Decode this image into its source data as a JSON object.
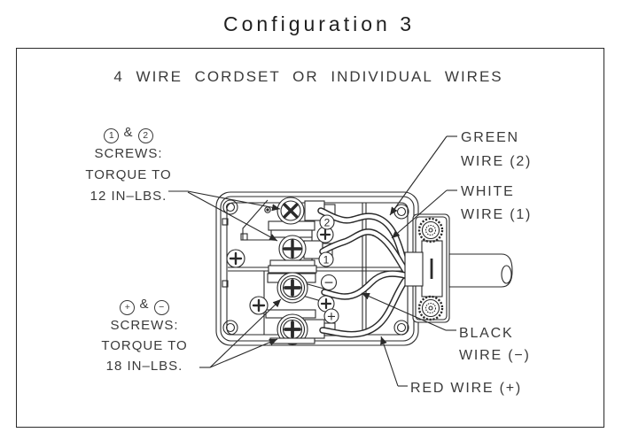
{
  "title": "Configuration 3",
  "diagram": {
    "subtitle": "4 WIRE CORDSET OR INDIVIDUAL WIRES",
    "line_color": "#2a2a2a",
    "torque_note_top": {
      "marker1": "1",
      "amp": "&",
      "marker2": "2",
      "line2": "SCREWS:",
      "line3": "TORQUE TO",
      "line4": "12 IN–LBS."
    },
    "torque_note_bottom": {
      "marker1": "+",
      "amp": "&",
      "marker2": "−",
      "line2": "SCREWS:",
      "line3": "TORQUE TO",
      "line4": "18 IN–LBS."
    },
    "wire_labels": {
      "green": {
        "line1": "GREEN",
        "line2": "WIRE (2)"
      },
      "white": {
        "line1": "WHITE",
        "line2": "WIRE (1)"
      },
      "black": {
        "line1": "BLACK",
        "line2": "WIRE (−)"
      },
      "red": {
        "line1": "RED WIRE (+)"
      }
    },
    "terminal_markers": {
      "t2": "2",
      "t1": "1",
      "tminus": "−",
      "tplus": "+"
    }
  }
}
